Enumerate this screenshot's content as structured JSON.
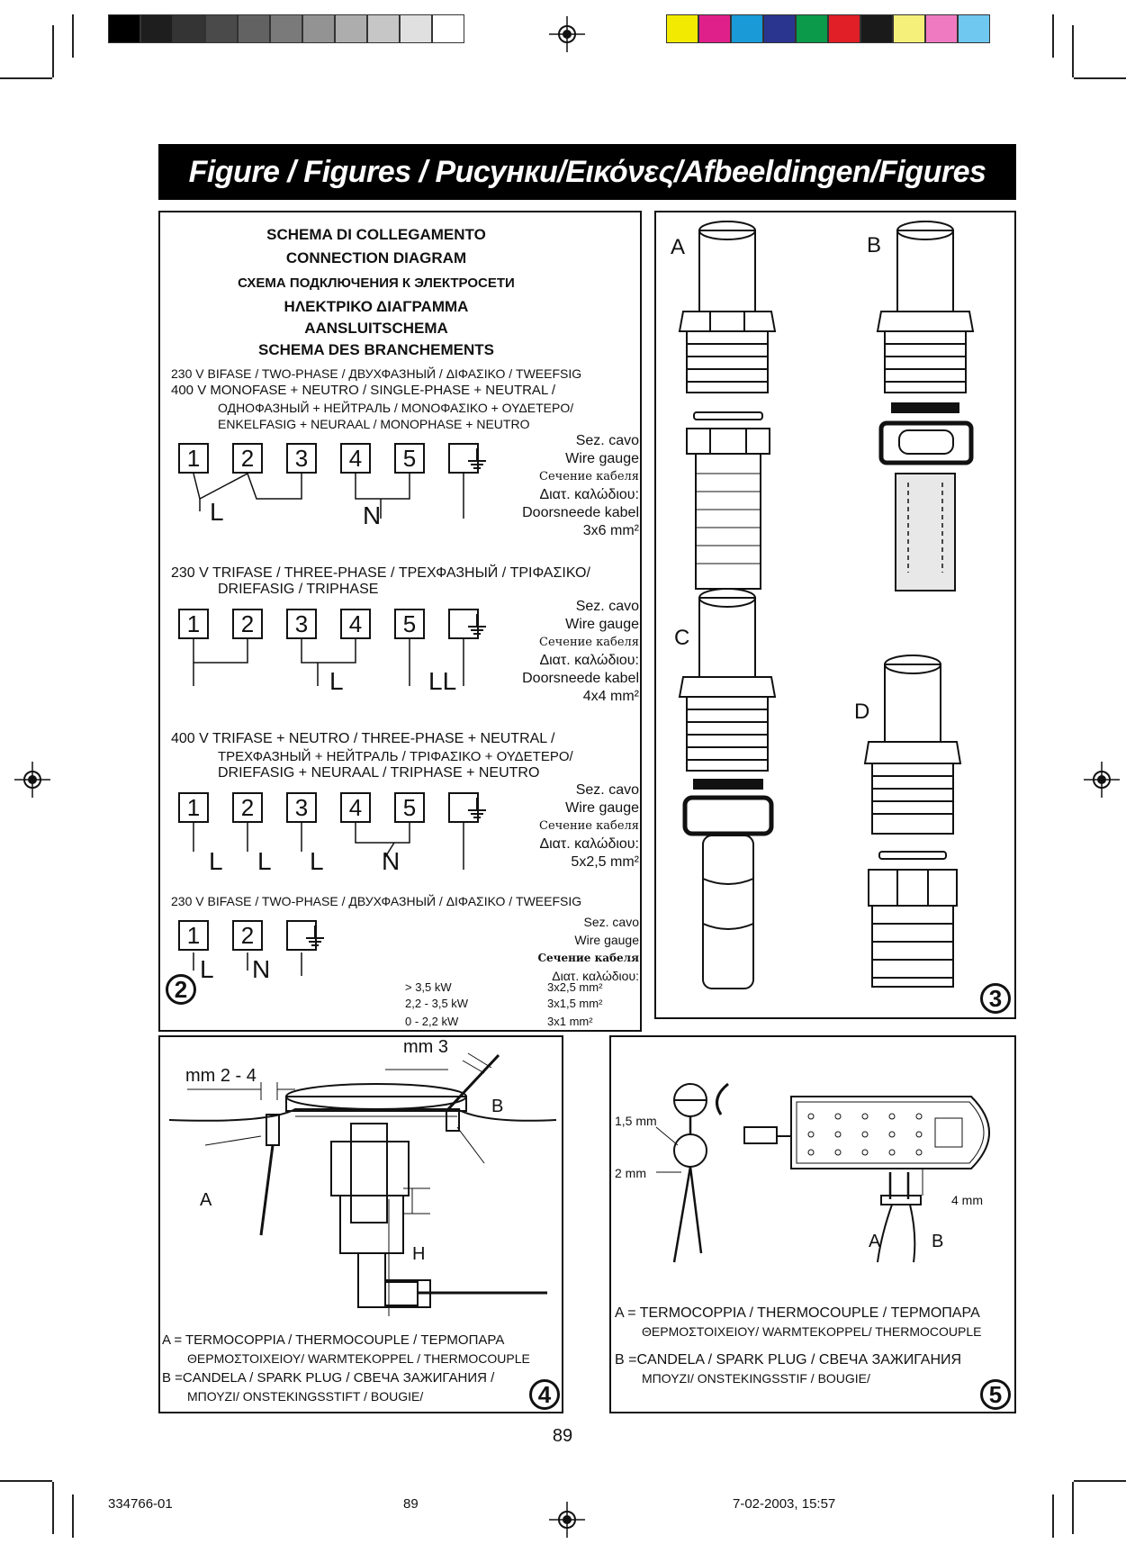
{
  "print_marks": {
    "gray_steps": [
      "#000000",
      "#1e1e1e",
      "#343434",
      "#4a4a4a",
      "#626262",
      "#7a7a7a",
      "#939393",
      "#adadad",
      "#c6c6c6",
      "#e0e0e0",
      "#ffffff"
    ],
    "color_steps": [
      "#f2ea00",
      "#e0208a",
      "#1a9ad6",
      "#2a3590",
      "#0a9a4a",
      "#e01f26",
      "#1a1a1a",
      "#f5f07a",
      "#f07ac2",
      "#6ec8f0"
    ]
  },
  "title": "Figure / Figures / Рисунки/Εικόνες/Afbeeldingen/Figures",
  "panel2": {
    "number": "2",
    "headers": [
      "SCHEMA DI COLLEGAMENTO",
      "CONNECTION DIAGRAM",
      "СХЕМА ПОДКЛЮЧЕНИЯ К ЭЛЕКТРОСЕТИ",
      "ΗΛΕΚΤΡΙΚΟ ΔΙΑΓΡΑΜΜΑ",
      "AANSLUITSCHEMA",
      "SCHEMA DES BRANCHEMENTS"
    ],
    "s1": {
      "line1": "230 V BIFASE / TWO-PHASE / ДВУХФАЗНЫЙ / ΔΙΦΑΣΙΚΟ / TWEEFSIG",
      "line2": "400 V MONOFASE + NEUTRO / SINGLE-PHASE + NEUTRAL /",
      "line3": "ОДНОФАЗНЫЙ + НЕЙТРАЛЬ / ΜΟΝΟΦΑΣΙΚΟ + ΟΥΔΕΤΕΡΟ/",
      "line4": "ENKELFASIG + NEURAAL / MONOPHASE + NEUTRO",
      "labels": [
        "L",
        "N"
      ],
      "gauge": [
        "Sez. cavo",
        "Wire gauge",
        "Сечение кабеля",
        "Διατ. καλώδιου:",
        "Doorsneede kabel",
        "3x6 mm²"
      ]
    },
    "s2": {
      "line1": "230 V TRIFASE /  THREE-PHASE / ТРЕХФАЗНЫЙ / ΤΡΙΦΑΣΙΚΟ/",
      "line2": "DRIEFASIG / TRIPHASE",
      "labels": [
        "L",
        "LL"
      ],
      "gauge": [
        "Sez. cavo",
        "Wire gauge",
        "Сечение кабеля",
        "Διατ. καλώδιου:",
        "Doorsneede kabel",
        "4x4 mm²"
      ]
    },
    "s3": {
      "line1": "400 V TRIFASE + NEUTRO / THREE-PHASE + NEUTRAL /",
      "line2": "ТРЕХФАЗНЫЙ + НЕЙТРАЛЬ / ΤΡΙΦΑΣΙΚΟ + ΟΥΔΕΤΕΡΟ/",
      "line3": "DRIEFASIG + NEURAAL / TRIPHASE + NEUTRO",
      "labels": [
        "L",
        "L",
        "L",
        "N"
      ],
      "gauge": [
        "Sez. cavo",
        "Wire gauge",
        "Сечение кабеля",
        "Διατ. καλώδιου:",
        "5x2,5 mm²"
      ]
    },
    "s4": {
      "line1": "230 V  BIFASE / TWO-PHASE / ДВУХФАЗНЫЙ / ΔΙΦΑΣΙΚΟ / TWEEFSIG",
      "labels": [
        "L",
        "N"
      ],
      "gauge": [
        "Sez. cavo",
        "Wire gauge",
        "Сечение кабеля",
        "Διατ. καλώδιου:"
      ],
      "table": [
        {
          "power": "> 3,5 kW",
          "section": "3x2,5 mm²"
        },
        {
          "power": "2,2 - 3,5 kW",
          "section": "3x1,5 mm²"
        },
        {
          "power": "0 - 2,2 kW",
          "section": "3x1    mm²"
        }
      ]
    },
    "terminals": [
      "1",
      "2",
      "3",
      "4",
      "5"
    ]
  },
  "panel3": {
    "number": "3",
    "labels": [
      "A",
      "B",
      "C",
      "D"
    ]
  },
  "panel4": {
    "number": "4",
    "dims": [
      "mm 3",
      "mm 2 - 4",
      "B",
      "A",
      "H"
    ],
    "legend_a1": "A = TERMOCOPPIA / THERMOCOUPLE / ТЕРМОПАРА",
    "legend_a2": "ΘΕΡΜΟΣΤΟΙΧΕΙΟΥ/ WARMTEKOPPEL / THERMOCOUPLE",
    "legend_b1": "B =CANDELA / SPARK PLUG / СВЕЧА ЗАЖИГАНИЯ /",
    "legend_b2": "ΜΠΟΥΖΙ/ ONSTEKINGSSTIFT / BOUGIE/"
  },
  "panel5": {
    "number": "5",
    "dims": [
      "1,5 mm",
      "2 mm",
      "4 mm",
      "A",
      "B"
    ],
    "legend_a1": "A = TERMOCOPPIA / THERMOCOUPLE / ТЕРМОПАРА",
    "legend_a2": "ΘΕΡΜΟΣΤΟΙΧΕΙΟΥ/ WARMTEKOPPEL/ THERMOCOUPLE",
    "legend_b1": "B =CANDELA / SPARK PLUG / СВЕЧА ЗАЖИГАНИЯ",
    "legend_b2": "ΜΠΟΥΖΙ/ ONSTEKINGSSTIF / BOUGIE/"
  },
  "page_number": "89",
  "footer": {
    "code": "334766-01",
    "page": "89",
    "date": "7-02-2003, 15:57"
  }
}
